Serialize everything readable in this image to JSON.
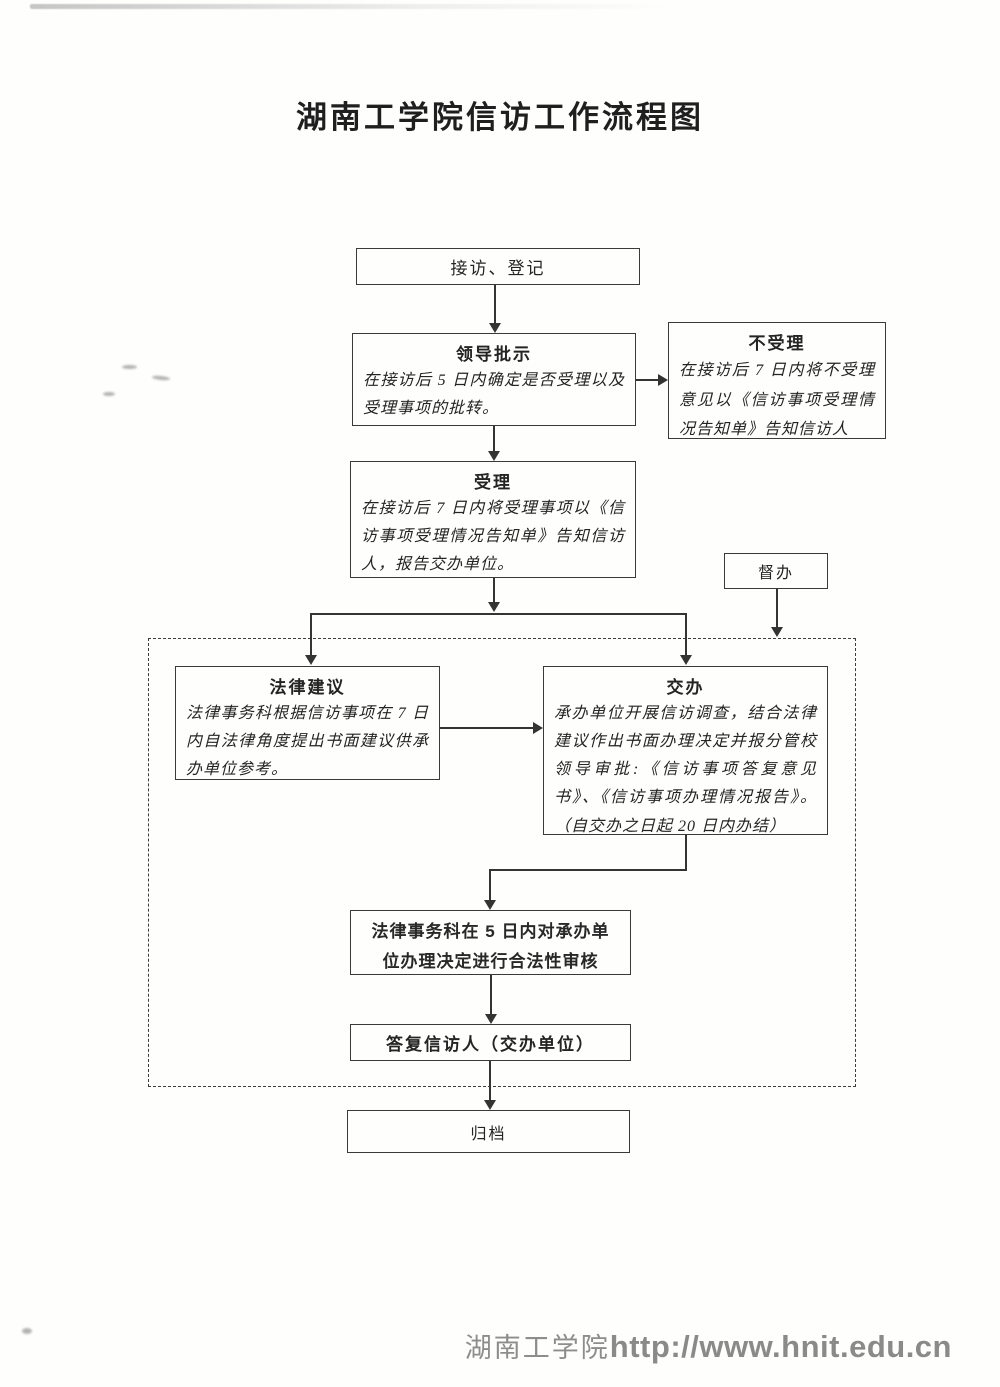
{
  "document": {
    "title": "湖南工学院信访工作流程图",
    "footer": {
      "site_name": "湖南工学院",
      "url": "http://www.hnit.edu.cn"
    }
  },
  "flowchart": {
    "nodes": {
      "reception": {
        "label": "接访、登记"
      },
      "leader_instruction": {
        "title": "领导批示",
        "body": "在接访后 5 日内确定是否受理以及受理事项的批转。"
      },
      "not_accept": {
        "title": "不受理",
        "body": "在接访后 7 日内将不受理意见以《信访事项受理情况告知单》告知信访人"
      },
      "accept": {
        "title": "受理",
        "body": "在接访后 7 日内将受理事项以《信访事项受理情况告知单》告知信访人，报告交办单位。"
      },
      "supervise": {
        "label": "督办"
      },
      "legal_advice": {
        "title": "法律建议",
        "body": "法律事务科根据信访事项在 7 日内自法律角度提出书面建议供承办单位参考。"
      },
      "assign": {
        "title": "交办",
        "body": "承办单位开展信访调查，结合法律建议作出书面办理决定并报分管校领导审批:《信访事项答复意见书》、《信访事项办理情况报告》。（自交办之日起 20 日内办结）"
      },
      "legality_review": {
        "label": "法律事务科在 5 日内对承办单位办理决定进行合法性审核"
      },
      "reply": {
        "label": "答复信访人（交办单位）"
      },
      "archive": {
        "label": "归档"
      }
    }
  },
  "colors": {
    "ink": "#343434",
    "paper": "#fefefd",
    "footer_gray": "#8d8d8d"
  }
}
